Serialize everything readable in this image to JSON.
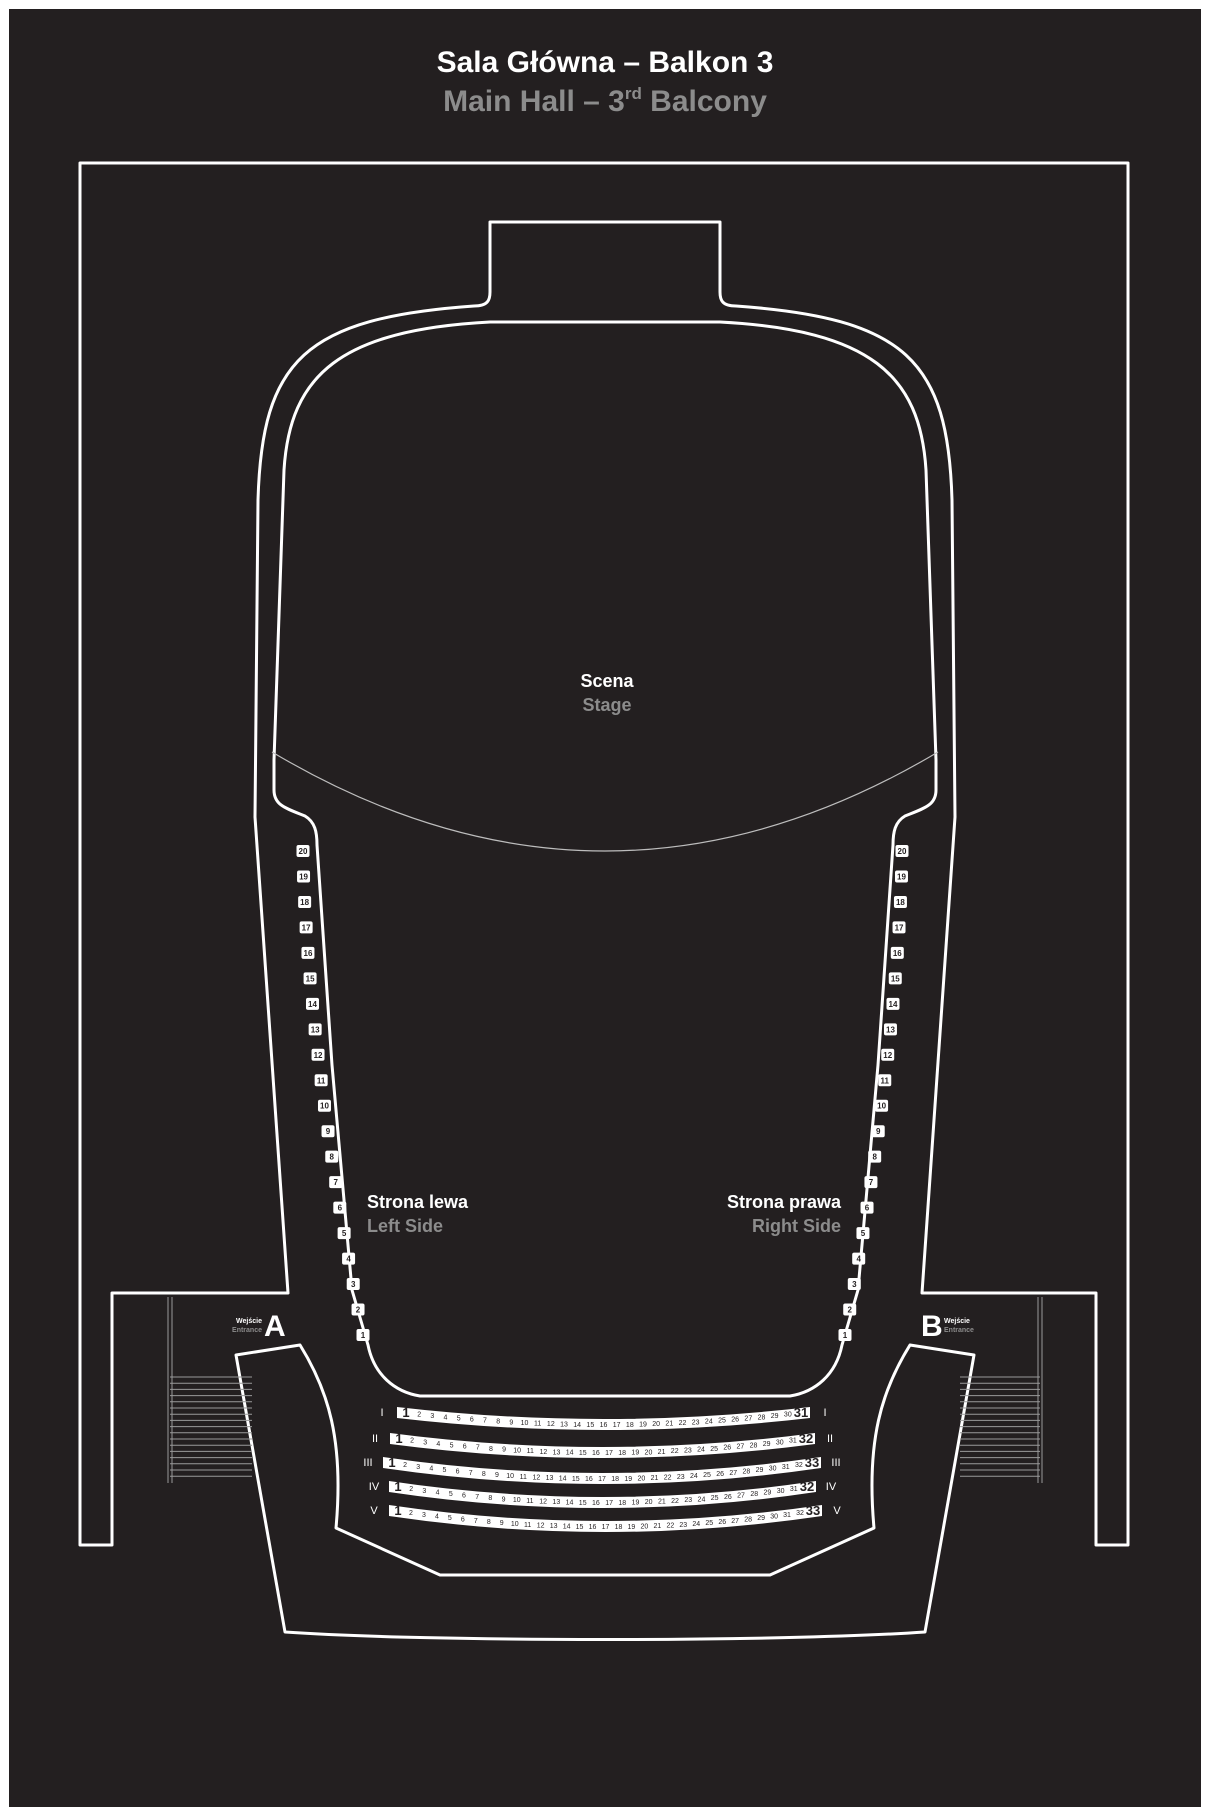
{
  "title": {
    "pl": "Sala Główna – Balkon 3",
    "en_prefix": "Main Hall – 3",
    "en_sup": "rd",
    "en_suffix": " Balcony"
  },
  "stage": {
    "pl": "Scena",
    "en": "Stage"
  },
  "left_side": {
    "pl": "Strona lewa",
    "en": "Left Side"
  },
  "right_side": {
    "pl": "Strona prawa",
    "en": "Right Side"
  },
  "entrance_a": {
    "letter": "A",
    "pl": "Wejście",
    "en": "Entrance"
  },
  "entrance_b": {
    "letter": "B",
    "pl": "Wejście",
    "en": "Entrance"
  },
  "side_seats_left": [
    "20",
    "19",
    "18",
    "17",
    "16",
    "15",
    "14",
    "13",
    "12",
    "11",
    "10",
    "9",
    "8",
    "7",
    "6",
    "5",
    "4",
    "3",
    "2",
    "1"
  ],
  "side_seats_right": [
    "20",
    "19",
    "18",
    "17",
    "16",
    "15",
    "14",
    "13",
    "12",
    "11",
    "10",
    "9",
    "8",
    "7",
    "6",
    "5",
    "4",
    "3",
    "2",
    "1"
  ],
  "rows": [
    {
      "label": "I",
      "seats": 31
    },
    {
      "label": "II",
      "seats": 32
    },
    {
      "label": "III",
      "seats": 33
    },
    {
      "label": "IV",
      "seats": 32
    },
    {
      "label": "V",
      "seats": 33
    }
  ]
}
